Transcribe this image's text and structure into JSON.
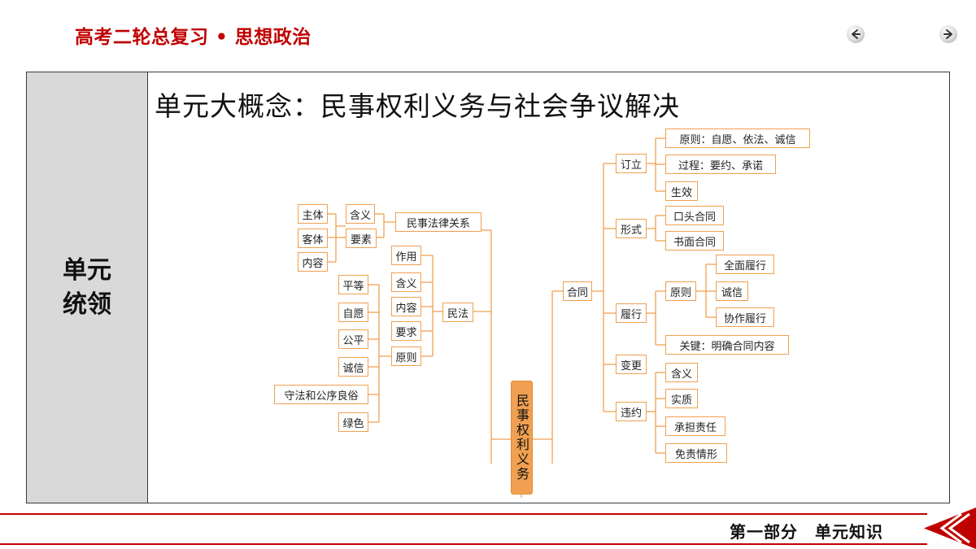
{
  "header": {
    "course_title": "高考二轮总复习 • 思想政治",
    "nav_prev_icon": "back-arrow-icon",
    "nav_next_icon": "forward-arrow-icon"
  },
  "side": {
    "label_line1": "单元",
    "label_line2": "统领"
  },
  "main": {
    "title": "单元大概念：民事权利义务与社会争议解决"
  },
  "mindmap": {
    "center": "民事权利义务",
    "left": {
      "civil_legal_relation": "民事法律关系",
      "hanyi": "含义",
      "yaosu": "要素",
      "zhuti": "主体",
      "keti": "客体",
      "neirong": "内容",
      "civil_law": "民法",
      "law_children": [
        "作用",
        "含义",
        "内容",
        "要求",
        "原则"
      ],
      "principles": [
        "平等",
        "自愿",
        "公平",
        "诚信",
        "守法和公序良俗",
        "绿色"
      ]
    },
    "right": {
      "contract": "合同",
      "dingli": "订立",
      "dingli_children": [
        "原则：自愿、依法、诚信",
        "过程：要约、承诺",
        "生效"
      ],
      "xingshi": "形式",
      "xingshi_children": [
        "口头合同",
        "书面合同"
      ],
      "lvxing": "履行",
      "lvxing_principle": "原则",
      "lvxing_principle_children": [
        "全面履行",
        "诚信",
        "协作履行"
      ],
      "lvxing_key": "关键：明确合同内容",
      "biangeng": "变更",
      "weiyue": "违约",
      "weiyue_children": [
        "含义",
        "实质",
        "承担责任",
        "免责情形"
      ]
    }
  },
  "footer": {
    "label": "第一部分　单元知识",
    "arrow_icon": "chevron-left-icon"
  },
  "colors": {
    "brand_red": "#c00000",
    "node_border": "#f0a050",
    "center_fill": "#f0a050"
  }
}
